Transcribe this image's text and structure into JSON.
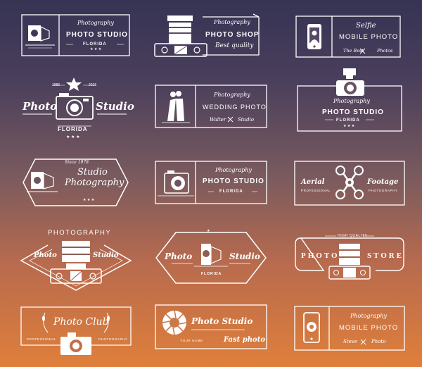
{
  "logos": {
    "b1": {
      "script": "Photography",
      "title": "PHOTO STUDIO",
      "location": "FLORIDA",
      "stars": "★ ★ ★"
    },
    "b2": {
      "title": "PHOTO SHOP",
      "tagline": "Best quality",
      "script": "Photography"
    },
    "b3": {
      "script": "Selfie",
      "title": "MOBILE PHOTO",
      "left": "The Best",
      "right": "Photos"
    },
    "b4": {
      "year_left": "1985",
      "year_right": "2015",
      "left": "Photo",
      "right": "Studio",
      "location": "FLORIDA",
      "stars": "★ ★ ★"
    },
    "b5": {
      "script": "Photography",
      "title": "WEDDING PHOTO",
      "left": "Walter",
      "right": "Studio"
    },
    "b6": {
      "script": "Photography",
      "title": "PHOTO STUDIO",
      "location": "FLORIDA",
      "stars": "★ ★ ★"
    },
    "b7": {
      "since": "Since 1978",
      "line1": "Studio",
      "line2": "Photography",
      "stars": "★ ★ ★"
    },
    "b8": {
      "script": "Photography",
      "title": "PHOTO STUDIO",
      "location": "FLORIDA"
    },
    "b9": {
      "left": "Aerial",
      "right": "Footage",
      "small_left": "PROFESSIONAL",
      "small_right": "PHOTOGRAPHY"
    },
    "b10": {
      "arc": "PHOTOGRAPHY",
      "left": "Photo",
      "right": "Studio"
    },
    "b11": {
      "left": "Photo",
      "right": "Studio",
      "location": "FLORIDA"
    },
    "b12": {
      "top": "HIGH QUALITY",
      "left": "PHOTO",
      "right": "STORE"
    },
    "b13": {
      "title": "Photo Club",
      "small_left": "PROFESSIONAL",
      "small_right": "PHOTOGRAPHY"
    },
    "b14": {
      "title": "Photo Studio",
      "small": "YOUR NAME",
      "tagline": "Fast photo"
    },
    "b15": {
      "script": "Photography",
      "title": "MOBILE PHOTO",
      "left": "Steve",
      "right": "Photo"
    }
  }
}
